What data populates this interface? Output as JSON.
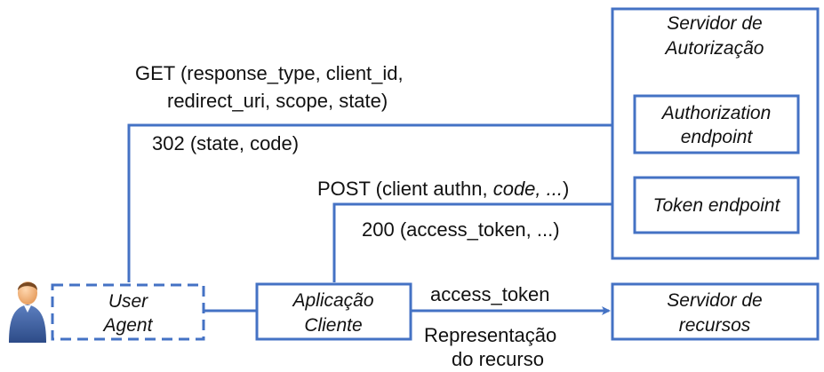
{
  "colors": {
    "line": "#4472c4",
    "text": "#111111",
    "person_body": "#3b5998",
    "person_head": "#f2b47a"
  },
  "nodes": {
    "auth_server": {
      "line1": "Servidor de",
      "line2": "Autorização"
    },
    "auth_endpoint": {
      "line1": "Authorization",
      "line2": "endpoint"
    },
    "token_endpoint": {
      "label": "Token endpoint"
    },
    "user_agent": {
      "line1": "User",
      "line2": "Agent"
    },
    "client_app": {
      "line1": "Aplicação",
      "line2": "Cliente"
    },
    "resource_server": {
      "line1": "Servidor de",
      "line2": "recursos"
    }
  },
  "messages": {
    "get_line1": "GET (response_type, client_id,",
    "get_line2": "redirect_uri, scope, state)",
    "redirect": "302 (state, code)",
    "post_prefix": "POST (client authn, ",
    "post_italic": "code, ...",
    "post_suffix": ")",
    "token_response": "200 (access_token, ...)",
    "access_token": "access_token",
    "representation_line1": "Representação",
    "representation_line2": "do recurso"
  },
  "icons": {
    "user": "person-icon"
  }
}
